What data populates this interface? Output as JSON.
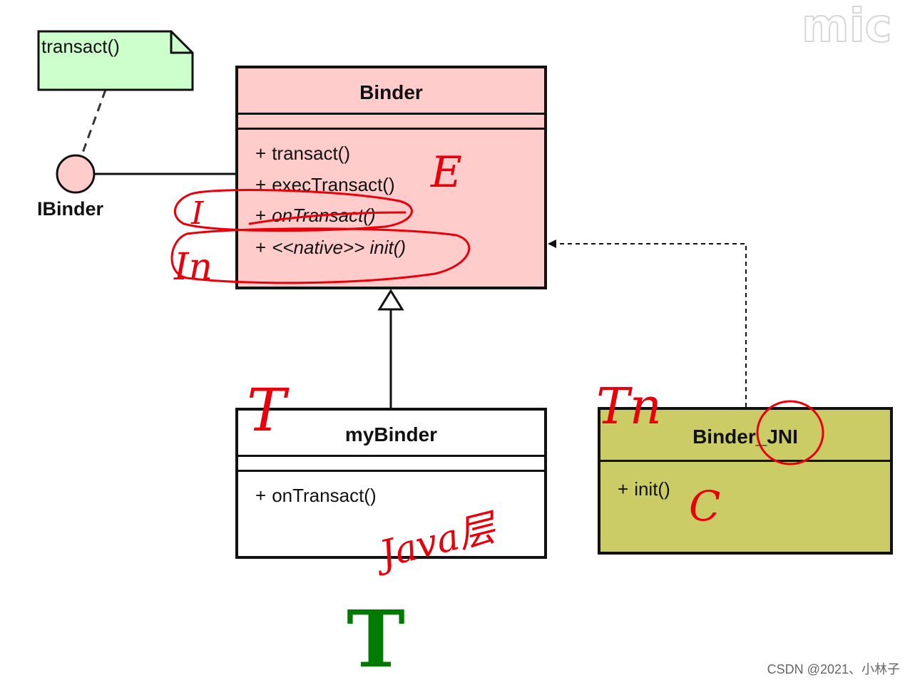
{
  "note": {
    "text": "transact()",
    "fill": "#ccffcc"
  },
  "interface": {
    "label": "IBinder",
    "fill": "#ffcccc"
  },
  "classes": {
    "binder": {
      "name": "Binder",
      "fill": "#ffcccc",
      "methods": [
        {
          "plus": "+",
          "text": "transact()"
        },
        {
          "plus": "+",
          "text": "execTransact()"
        },
        {
          "plus": "+",
          "text": "onTransact()"
        },
        {
          "plus": "+",
          "text": "<<native>> init()"
        }
      ]
    },
    "mybinder": {
      "name": "myBinder",
      "fill": "#ffffff",
      "methods": [
        {
          "plus": "+",
          "text": "onTransact()"
        }
      ]
    },
    "binder_jni": {
      "name": "Binder_JNI",
      "fill": "#cccc66",
      "methods": [
        {
          "plus": "+",
          "text": "init()"
        }
      ]
    }
  },
  "handwritten": {
    "E": "E",
    "I": "I",
    "In_left": "In",
    "T": "T",
    "Tn": "Tn",
    "C": "C",
    "java_layer": "Java层",
    "ink_color": "#e8000b"
  },
  "big_letter": {
    "text": "T",
    "color": "#007a00"
  },
  "watermark": "mic",
  "footer": "CSDN @2021、小林子"
}
